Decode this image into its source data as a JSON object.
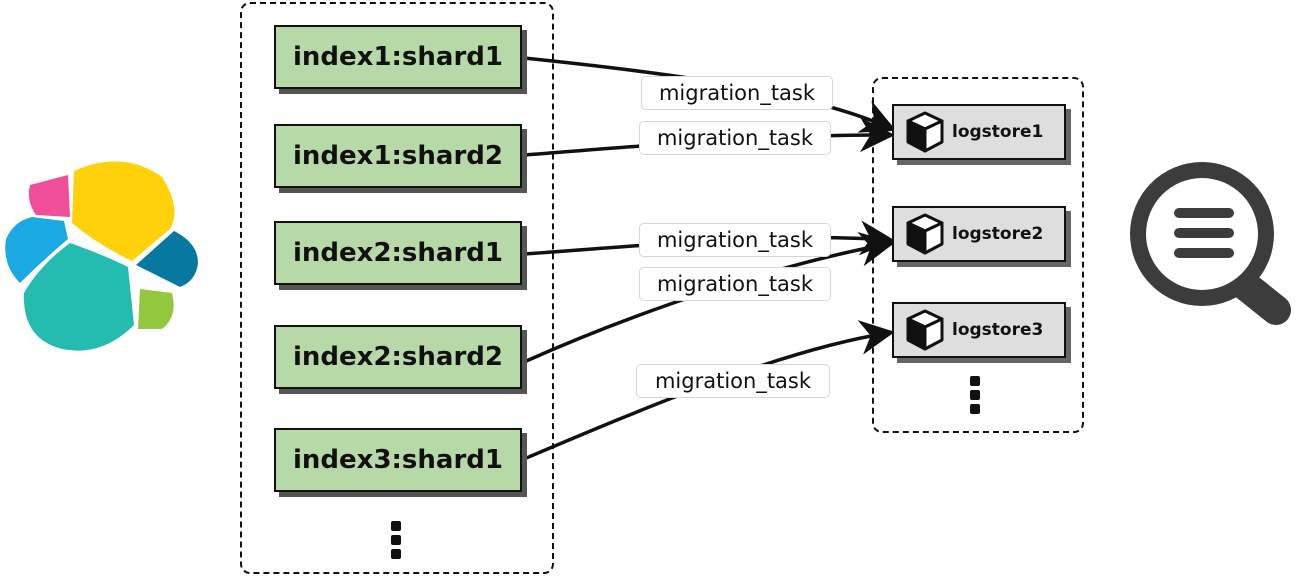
{
  "source_shards": [
    {
      "label": "index1:shard1"
    },
    {
      "label": "index1:shard2"
    },
    {
      "label": "index2:shard1"
    },
    {
      "label": "index2:shard2"
    },
    {
      "label": "index3:shard1"
    }
  ],
  "target_logstores": [
    {
      "label": "logstore1",
      "icon": "cube-icon"
    },
    {
      "label": "logstore2",
      "icon": "cube-icon"
    },
    {
      "label": "logstore3",
      "icon": "cube-icon"
    }
  ],
  "edges": [
    {
      "from": 0,
      "to": 0,
      "label": "migration_task"
    },
    {
      "from": 1,
      "to": 0,
      "label": "migration_task"
    },
    {
      "from": 2,
      "to": 1,
      "label": "migration_task"
    },
    {
      "from": 3,
      "to": 1,
      "label": "migration_task"
    },
    {
      "from": 4,
      "to": 2,
      "label": "migration_task"
    }
  ],
  "source_logo": {
    "icon": "elasticsearch-logo-icon",
    "colors": [
      "#f04e98",
      "#fed10a",
      "#1ba9e1",
      "#0779a1",
      "#24bbb1",
      "#93c83e"
    ]
  },
  "target_logo": {
    "icon": "search-log-magnifier-icon",
    "color": "#3c3c3c"
  },
  "more_shards_indicator": "more-items-ellipsis-icon",
  "more_logstores_indicator": "more-items-ellipsis-icon"
}
